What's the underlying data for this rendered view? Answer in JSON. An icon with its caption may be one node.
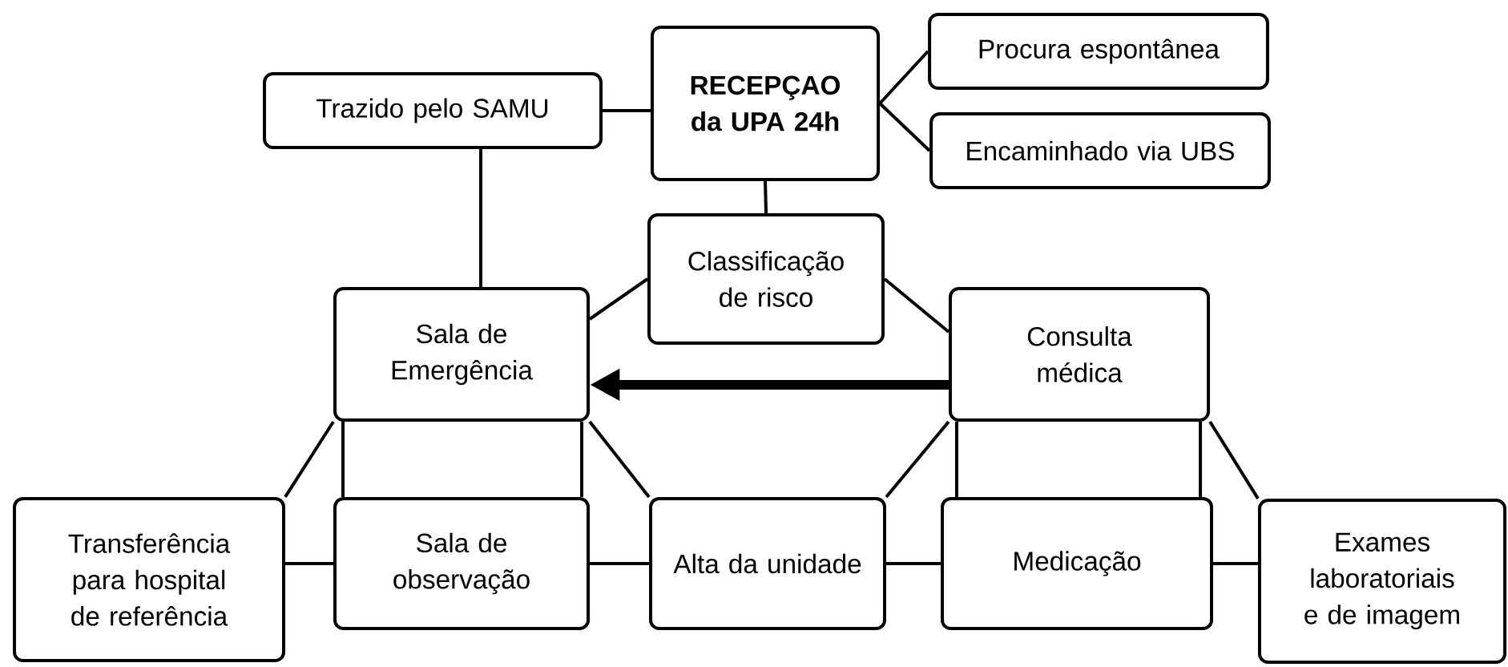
{
  "diagram": {
    "nodes": [
      {
        "text": [
          "RECEPÇAO da UPA 24h"
        ]
      },
      {
        "text": [
          "Procura espontânea"
        ]
      },
      {
        "text": [
          "Encaminhado via UBS"
        ]
      },
      {
        "text": [
          "Trazido pelo SAMU"
        ]
      },
      {
        "text": [
          "Classificação de risco"
        ]
      },
      {
        "text": [
          "Sala de Emergência"
        ]
      },
      {
        "text": [
          "Consulta médica"
        ]
      },
      {
        "text": [
          "Transferência para hospital de referência"
        ]
      },
      {
        "text": [
          "Sala de observação"
        ]
      },
      {
        "text": [
          "Alta da unidade"
        ]
      },
      {
        "text": [
          "Medicação"
        ]
      },
      {
        "text": [
          "Exames laboratoriais e de imagem"
        ]
      }
    ],
    "edges": [
      {
        "from": 0,
        "to": 1,
        "arrow": "none"
      },
      {
        "from": 0,
        "to": 2,
        "arrow": "none"
      },
      {
        "from": 3,
        "to": 0,
        "arrow": "none"
      },
      {
        "from": 0,
        "to": 4,
        "arrow": "none"
      },
      {
        "from": 3,
        "to": 5,
        "arrow": "none"
      },
      {
        "from": 4,
        "to": 5,
        "arrow": "none"
      },
      {
        "from": 4,
        "to": 6,
        "arrow": "none"
      },
      {
        "from": 5,
        "to": 7,
        "arrow": "none"
      },
      {
        "from": 5,
        "to": 8,
        "arrow": "none"
      },
      {
        "from": 5,
        "to": 8,
        "arrow": "none"
      },
      {
        "from": 5,
        "to": 9,
        "arrow": "none"
      },
      {
        "from": 6,
        "to": 9,
        "arrow": "none"
      },
      {
        "from": 6,
        "to": 10,
        "arrow": "none"
      },
      {
        "from": 6,
        "to": 10,
        "arrow": "none"
      },
      {
        "from": 6,
        "to": 11,
        "arrow": "none"
      },
      {
        "from": 7,
        "to": 8,
        "arrow": "none"
      },
      {
        "from": 8,
        "to": 9,
        "arrow": "none"
      },
      {
        "from": 9,
        "to": 10,
        "arrow": "none"
      },
      {
        "from": 10,
        "to": 11,
        "arrow": "none"
      },
      {
        "from": 6,
        "to": 5,
        "arrow": "to",
        "style": "thick"
      }
    ]
  }
}
